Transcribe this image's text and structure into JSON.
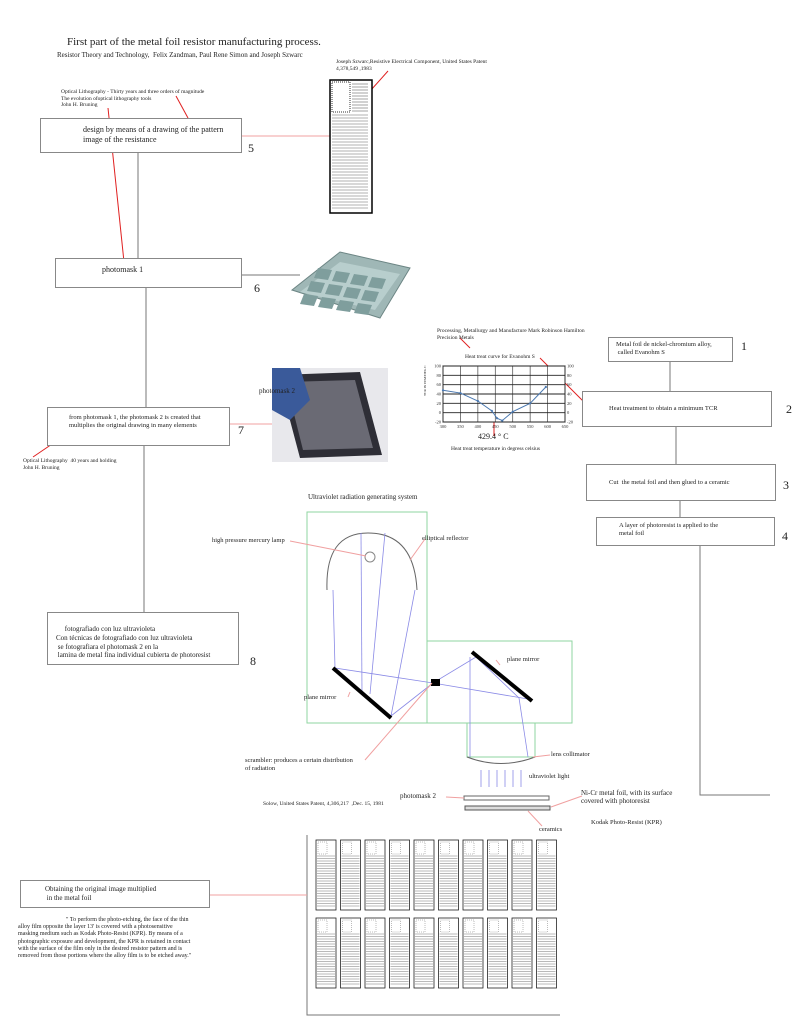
{
  "title": "First part of the metal foil resistor manufacturing process.",
  "subtitle": "Resistor Theory and Technology,  Felix Zandman, Paul Rene Simon and Joseph Szwarc",
  "refs": {
    "szwarc_patent": "Joseph Szwarc,Resistive Electrical Component, United States Patent\n4,378,549 ,1983",
    "bruning_1": "Optical Lithography - Thirty years and three orders of magnitude\nThe evolution ofoptical lithography tools\nJohn H. Bruning",
    "bruning_2": "Optical Lithography  40 years and holding\nJohn H. Bruning",
    "hamilton": "Processing, Metallurgy and Manufacture Mark Robinson Hamilton\nPrecision Metals",
    "solow_patent": "Solow, United States Patent, 4,306,217  ,Dec. 15, 1981"
  },
  "steps": [
    {
      "number": "1",
      "text": "Metal foil de nickel-chromium alloy,\n called Evanohm S"
    },
    {
      "number": "2",
      "text": "Heat treatment to obtain a minimum TCR"
    },
    {
      "number": "3",
      "text": "Cut  the metal foil and then glued to a ceramic"
    },
    {
      "number": "4",
      "text": "A layer of photoresist is applied to the\nmetal foil"
    },
    {
      "number": "5",
      "text": "design by means of a drawing of the pattern\nimage of the resistance"
    },
    {
      "number": "6",
      "text": "photomask 1"
    },
    {
      "number": "7",
      "text": "from photomask 1, the photomask 2 is created that\nmultiplies the original drawing in many elements"
    },
    {
      "number": "8",
      "text": "     fotografiado con luz ultravioleta\nCon técnicas de fotografiado con luz ultravioleta\n se fotografiara el photomask 2 en la\n lamina de metal fina individual cubierta de photoresist"
    }
  ],
  "photomask2_label": "photomask 2",
  "chart_data": {
    "type": "line",
    "title": "Heat treat curve for Evanohm S",
    "xlabel": "Heat treat temperature in degress celsius",
    "ylabel": "TCR IN PPM/DEG C",
    "xlim": [
      300,
      650
    ],
    "ylim": [
      -20,
      100
    ],
    "xticks": [
      "300",
      "350",
      "400",
      "450",
      "500",
      "550",
      "600",
      "650"
    ],
    "yticks": [
      "-20",
      "0",
      "20",
      "40",
      "60",
      "80",
      "100"
    ],
    "grid": true,
    "x": [
      300,
      350,
      400,
      440,
      455,
      470,
      500,
      550,
      595
    ],
    "y": [
      48,
      42,
      25,
      4,
      -12,
      -17,
      2,
      20,
      55
    ],
    "annotation": "429.4 ° C",
    "line_color": "#4a78b0"
  },
  "uv_system": {
    "title": "Ultraviolet radiation generating system",
    "lamp": "high pressure mercury lamp",
    "reflector": "elliptical reflector",
    "mirror_left": "plane mirror",
    "mirror_right": "plane mirror",
    "scrambler": "scrambler: produces a certain distribution\nof radiation",
    "lens": "lens collimator",
    "uv_light": "ultraviolet light",
    "photomask": "photomask 2",
    "foil": "Ni-Cr metal foil, with its surface\ncovered with photoresist",
    "kpr": "Kodak Photo-Resist (KPR)",
    "ceramics": "ceramics"
  },
  "result": {
    "box": "Obtaining the original image multiplied\n in the metal foil",
    "quote": "                                \" To perform the photo-etching, the face of the thin\nalloy film opposite the layer 13' is covered with a photosensitive\nmasking medium such as Kodak Photo-Resist (KPR). By means of a\nphotographic exposure and development, the KPR is retained in contact\nwith the surface of the film only in the desired resistor pattern and is\nremoved from those portions where the alloy film is to be etched away.\""
  },
  "colors": {
    "leader": "#e02020",
    "frame": "#8fd6a0",
    "ray": "#8a8ae6",
    "box_border": "#888888"
  }
}
